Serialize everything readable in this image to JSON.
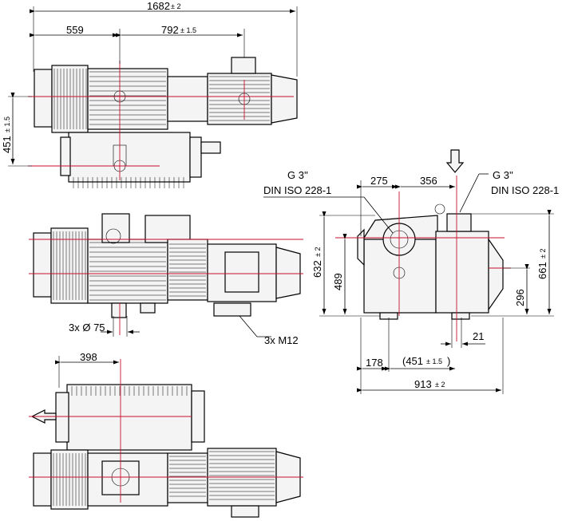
{
  "dimensions": {
    "overall_length": "1682",
    "overall_length_tol": "± 2",
    "d559": "559",
    "d792": "792",
    "d792_tol": "± 1.5",
    "d451_side": "451",
    "d451_side_tol": "± 1.5",
    "holes": "3x Ø 75",
    "threads": "3x M12",
    "d398": "398",
    "d275": "275",
    "d356": "356",
    "d632": "632",
    "d632_tol": "± 2",
    "d489": "489",
    "d661": "661",
    "d661_tol": "± 2",
    "d296": "296",
    "d21": "21",
    "d178": "178",
    "d451_paren": "(451",
    "d451_paren_tol": "± 1.5",
    "paren_close": ")",
    "d913": "913",
    "d913_tol": "± 2"
  },
  "connections": {
    "inlet_thread": "G 3''",
    "inlet_standard": "DIN ISO 228-1",
    "outlet_thread": "G 3''",
    "outlet_standard": "DIN ISO 228-1"
  },
  "colors": {
    "centerline": "#c8102e",
    "line": "#000000"
  }
}
